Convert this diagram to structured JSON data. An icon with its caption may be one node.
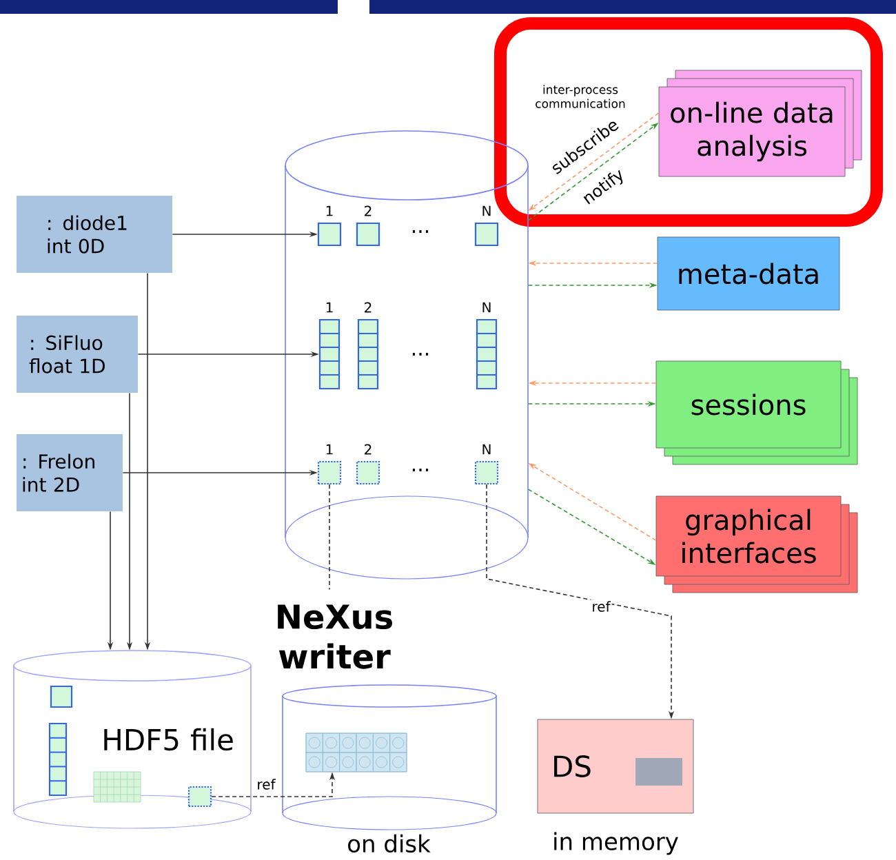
{
  "diagram": {
    "nodes": [
      {
        "text": [
          ": diode1 int 0D"
        ]
      },
      {
        "text": [
          ": SiFluo float 1D"
        ]
      },
      {
        "text": [
          ": Frelon int 2D"
        ]
      },
      {
        "text": [],
        "shape": "cylinder"
      },
      {
        "text": [],
        "shape": "box",
        "in": 3,
        "beside": [
          "1"
        ]
      },
      {
        "text": [],
        "shape": "box",
        "in": 3,
        "beside": [
          "2"
        ]
      },
      {
        "text": [],
        "shape": "box",
        "in": 3,
        "beside": [
          "N"
        ]
      },
      {
        "text": [],
        "shape": "bar",
        "in": 3,
        "beside": [
          "1"
        ]
      },
      {
        "text": [],
        "shape": "bar",
        "in": 3,
        "beside": [
          "2"
        ]
      },
      {
        "text": [],
        "shape": "bar",
        "in": 3,
        "beside": [
          "N"
        ]
      },
      {
        "text": [],
        "shape": "box",
        "in": 3,
        "beside": [
          "1"
        ]
      },
      {
        "text": [],
        "shape": "box",
        "in": 3,
        "beside": [
          "2"
        ]
      },
      {
        "text": [],
        "shape": "box",
        "in": 3,
        "beside": [
          "N"
        ]
      },
      {
        "text": [
          "on-line data analysis"
        ]
      },
      {
        "text": [
          "meta-data"
        ]
      },
      {
        "text": [
          "sessions"
        ]
      },
      {
        "text": [
          "graphical interfaces"
        ]
      },
      {
        "text": [
          "HDF5 file"
        ]
      },
      {
        "text": [],
        "shape": "box",
        "in": 17
      },
      {
        "text": [],
        "shape": "bar",
        "in": 17
      },
      {
        "text": [],
        "shape": "box",
        "in": 17
      },
      {
        "text": [],
        "shape": "box",
        "in": 17
      },
      {
        "text": [
          "NeXus writer"
        ]
      },
      {
        "text": [],
        "shape": "cylinder"
      },
      {
        "text": [],
        "shape": "box",
        "in": 23
      },
      {
        "text": [
          "DS"
        ],
        "beside": [
          "in memory"
        ]
      },
      {
        "text": [],
        "shape": "box",
        "in": 25
      }
    ],
    "edges": [
      {
        "from": 0,
        "to": 4,
        "arrow": "to"
      },
      {
        "from": 1,
        "to": 7,
        "arrow": "to"
      },
      {
        "from": 2,
        "to": 10,
        "arrow": "to"
      },
      {
        "from": 0,
        "to": 17,
        "arrow": "to"
      },
      {
        "from": 1,
        "to": 17,
        "arrow": "to"
      },
      {
        "from": 2,
        "to": 17,
        "arrow": "to"
      },
      {
        "from": 13,
        "to": 3,
        "arrow": "to",
        "label": "subscribe",
        "style": "dashed",
        "color": "#ff9966"
      },
      {
        "from": 3,
        "to": 13,
        "arrow": "to",
        "label": "notify",
        "style": "dashed",
        "color": "#339933"
      },
      {
        "from": 14,
        "to": 3,
        "arrow": "to",
        "style": "dashed",
        "color": "#ff9966"
      },
      {
        "from": 3,
        "to": 14,
        "arrow": "to",
        "style": "dashed",
        "color": "#339933"
      },
      {
        "from": 15,
        "to": 3,
        "arrow": "to",
        "style": "dashed",
        "color": "#ff9966"
      },
      {
        "from": 3,
        "to": 15,
        "arrow": "to",
        "style": "dashed",
        "color": "#339933"
      },
      {
        "from": 16,
        "to": 3,
        "arrow": "to",
        "style": "dashed",
        "color": "#ff9966"
      },
      {
        "from": 3,
        "to": 16,
        "arrow": "to",
        "style": "dashed",
        "color": "#339933"
      },
      {
        "from": 10,
        "to": 22,
        "arrow": "none",
        "style": "dashed"
      },
      {
        "from": 21,
        "to": 24,
        "arrow": "to",
        "label": "ref",
        "style": "dashed"
      },
      {
        "from": 12,
        "to": 25,
        "arrow": "to",
        "label": "ref",
        "style": "dashed"
      }
    ],
    "labels": [
      "inter-process communication",
      "...",
      "...",
      "...",
      "on disk"
    ]
  }
}
